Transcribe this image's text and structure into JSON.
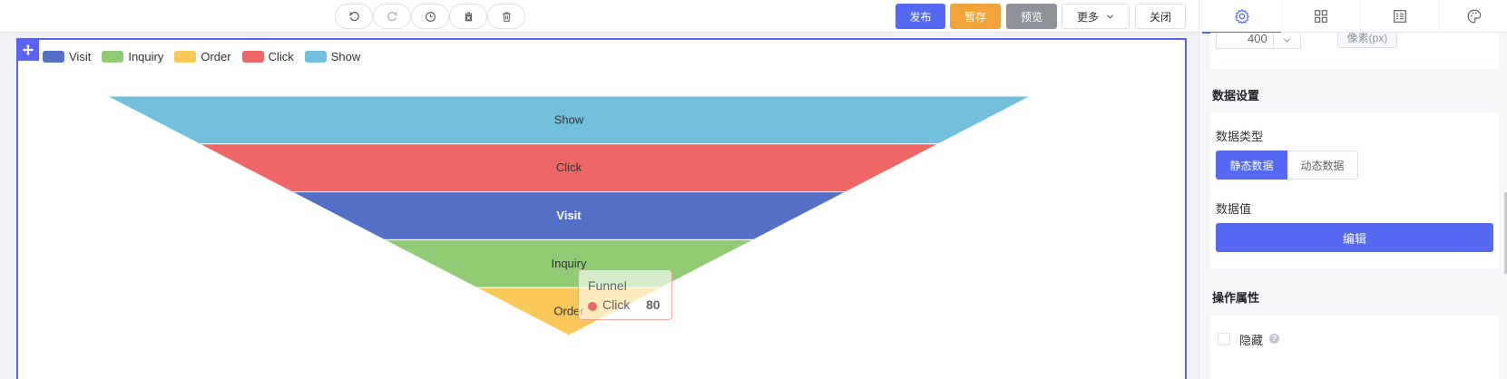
{
  "toolbar": {
    "history": [
      {
        "name": "undo-icon"
      },
      {
        "name": "redo-icon"
      },
      {
        "name": "history-icon"
      },
      {
        "name": "clipboard-delete-icon"
      },
      {
        "name": "trash-icon"
      }
    ],
    "publish_label": "发布",
    "save_label": "暂存",
    "preview_label": "预览",
    "more_label": "更多",
    "close_label": "关闭",
    "colors": {
      "publish": "#5468f2",
      "save": "#f0a43a",
      "preview": "#8f9399"
    }
  },
  "chart": {
    "legend": [
      {
        "label": "Visit",
        "color": "#5470c6"
      },
      {
        "label": "Inquiry",
        "color": "#91cc75"
      },
      {
        "label": "Order",
        "color": "#fac858"
      },
      {
        "label": "Click",
        "color": "#ee6666"
      },
      {
        "label": "Show",
        "color": "#73c0de"
      }
    ],
    "tooltip": {
      "title": "Funnel",
      "name": "Click",
      "value": "80"
    }
  },
  "chart_data": {
    "type": "funnel",
    "title": "",
    "sort": "descending",
    "series": [
      {
        "name": "Funnel",
        "data": [
          {
            "name": "Show",
            "value": 100,
            "color": "#73c0de"
          },
          {
            "name": "Click",
            "value": 80,
            "color": "#ee6666"
          },
          {
            "name": "Visit",
            "value": 60,
            "color": "#5470c6"
          },
          {
            "name": "Inquiry",
            "value": 40,
            "color": "#91cc75"
          },
          {
            "name": "Order",
            "value": 20,
            "color": "#fac858"
          }
        ]
      }
    ],
    "highlighted": "Visit",
    "legend_position": "top-left"
  },
  "panel": {
    "tabs": [
      {
        "name": "tab-settings",
        "icon": "gear-icon",
        "active": true
      },
      {
        "name": "tab-components",
        "icon": "grid-icon",
        "active": false
      },
      {
        "name": "tab-layout",
        "icon": "list-icon",
        "active": false
      },
      {
        "name": "tab-theme",
        "icon": "palette-icon",
        "active": false
      }
    ],
    "size_value": "400",
    "size_unit": "像素(px)",
    "data_settings_title": "数据设置",
    "data_type_label": "数据类型",
    "static_data_label": "静态数据",
    "dynamic_data_label": "动态数据",
    "data_value_label": "数据值",
    "edit_label": "编辑",
    "ops_title": "操作属性",
    "hide_label": "隐藏",
    "help_glyph": "?"
  }
}
